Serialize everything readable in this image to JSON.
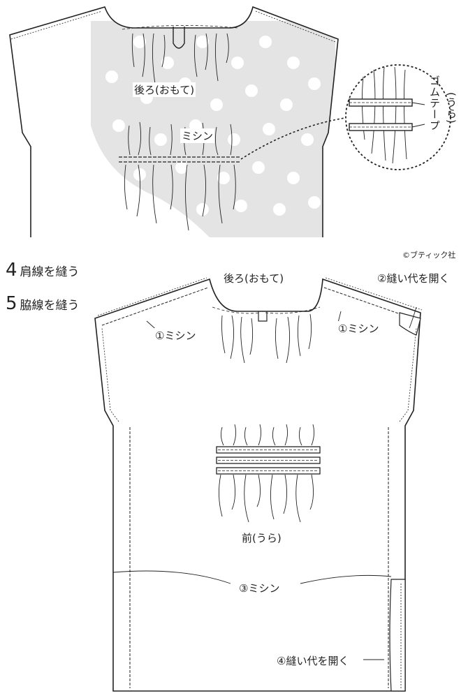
{
  "copyright": "©ブティック社",
  "top_view": {
    "back_label": "後ろ(おもて)",
    "stitch_label": "ミシン",
    "detail": {
      "wrong_side": "(うら)",
      "elastic": "ゴムテープ"
    }
  },
  "steps": [
    {
      "number": "4",
      "text": "肩線を縫う"
    },
    {
      "number": "5",
      "text": "脇線を縫う"
    }
  ],
  "bottom_view": {
    "back_label": "後ろ(おもて)",
    "stitch1_left": "①ミシン",
    "stitch1_right": "①ミシン",
    "open_seam2": "②縫い代を開く",
    "front_label": "前(うら)",
    "stitch3": "③ミシン",
    "open_seam4": "④縫い代を開く"
  },
  "colors": {
    "line": "#222222",
    "dot_fabric": "#e4e4e4",
    "background": "#ffffff"
  }
}
